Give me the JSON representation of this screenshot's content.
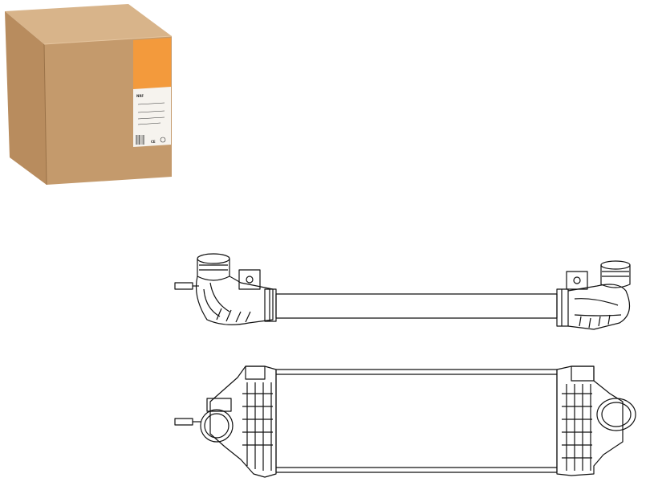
{
  "box": {
    "label_logo_text": "NRF",
    "label_ce_mark": "CE",
    "colors": {
      "cardboard_front": "#c49a6c",
      "cardboard_side": "#b88c5e",
      "cardboard_top": "#d8b48a",
      "label_orange": "#f39a3c",
      "label_white": "#f6f3ee"
    }
  },
  "drawing": {
    "line_color": "#111111",
    "views": [
      "top-view",
      "front-view"
    ]
  }
}
